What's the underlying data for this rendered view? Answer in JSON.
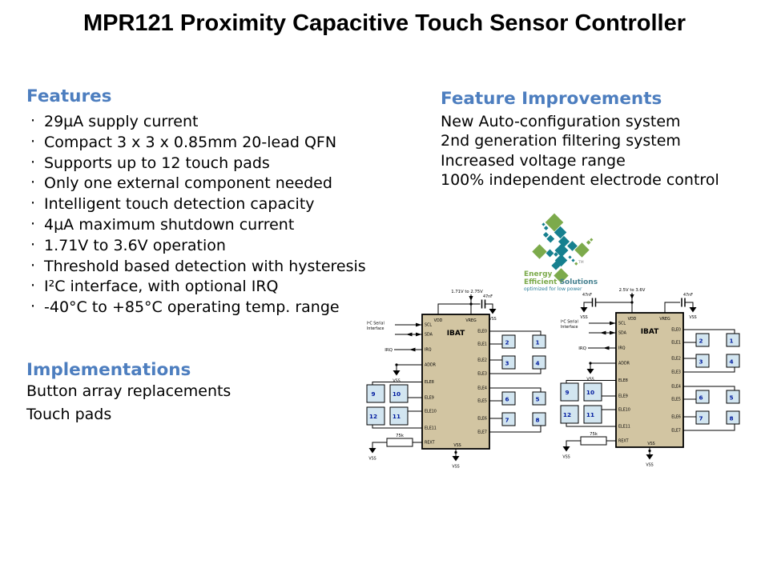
{
  "title": "MPR121 Proximity Capacitive Touch Sensor Controller",
  "colors": {
    "heading": "#4d7ebf",
    "chip_fill": "#d2c5a2",
    "pad_fill": "#d2e5f0",
    "pad_number": "#001a9e",
    "logo_green": "#7caa4b",
    "logo_teal": "#16808f"
  },
  "features": {
    "heading": "Features",
    "items": [
      "29µA supply current",
      "Compact 3 x 3 x 0.85mm 20-lead QFN",
      "Supports up to 12 touch pads",
      "Only one external component needed",
      "Intelligent touch detection capacity",
      "4µA maximum shutdown current",
      "1.71V to 3.6V operation",
      "Threshold based detection with hysteresis",
      "I²C interface, with optional IRQ",
      "-40°C to +85°C operating temp. range"
    ]
  },
  "implementations": {
    "heading": "Implementations",
    "items": [
      "Button array replacements",
      "Touch pads"
    ]
  },
  "improvements": {
    "heading": "Feature Improvements",
    "items": [
      "New Auto-configuration system",
      "2nd generation filtering system",
      "Increased voltage range",
      "100% independent electrode control"
    ]
  },
  "logo": {
    "line1": "Energy",
    "line2_green": "Efficient ",
    "line2_teal": "Solutions",
    "line3": "optimized for low power",
    "tm": "TM"
  },
  "diagrams": [
    {
      "supply": "1.71V to 2.75V",
      "caps": [
        "47nF"
      ],
      "chip": "IBAT",
      "top_pins": [
        "VDD",
        "VREG"
      ],
      "left_pins": [
        "SCL",
        "SDA",
        "IRQ",
        "ADDR",
        "ELE8",
        "ELE9",
        "ELE10",
        "ELE11",
        "REXT"
      ],
      "right_pins": [
        "ELE0",
        "ELE1",
        "ELE2",
        "ELE3",
        "ELE4",
        "ELE5",
        "ELE6",
        "ELE7"
      ],
      "bottom_pin": "VSS",
      "gnd": "VSS",
      "i2c1": "I²C Serial",
      "i2c2": "Interface",
      "irq": "IRQ",
      "resistor": "75k",
      "pads_left": [
        "9",
        "10",
        "12",
        "11"
      ],
      "pads_right": [
        "2",
        "1",
        "3",
        "4",
        "6",
        "5",
        "7",
        "8"
      ]
    },
    {
      "supply": "2.5V to 3.6V",
      "caps": [
        "47nF",
        "47nF"
      ],
      "chip": "IBAT",
      "top_pins": [
        "VDD",
        "VREG"
      ],
      "left_pins": [
        "SCL",
        "SDA",
        "IRQ",
        "ADDR",
        "ELE8",
        "ELE9",
        "ELE10",
        "ELE11",
        "REXT"
      ],
      "right_pins": [
        "ELE0",
        "ELE1",
        "ELE2",
        "ELE3",
        "ELE4",
        "ELE5",
        "ELE6",
        "ELE7"
      ],
      "bottom_pin": "VSS",
      "gnd": "VSS",
      "i2c1": "I²C Serial",
      "i2c2": "Interface",
      "irq": "IRQ",
      "resistor": "75k",
      "pads_left": [
        "9",
        "10",
        "12",
        "11"
      ],
      "pads_right": [
        "2",
        "1",
        "3",
        "4",
        "6",
        "5",
        "7",
        "8"
      ]
    }
  ]
}
